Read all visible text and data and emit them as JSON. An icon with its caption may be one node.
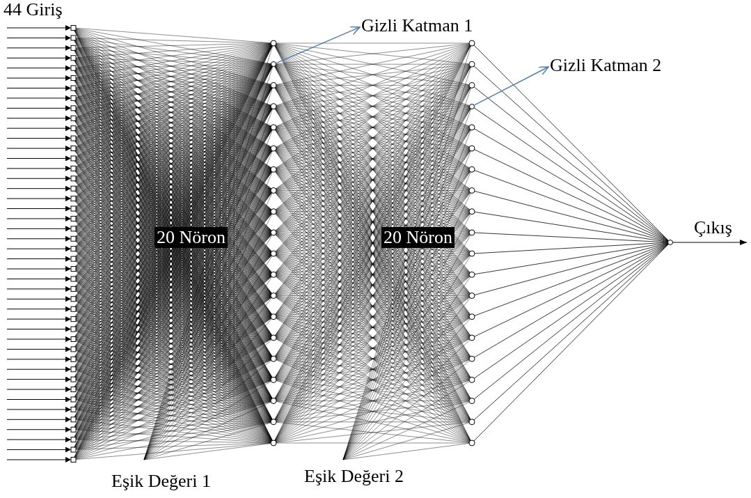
{
  "diagram": {
    "nodes": [
      {
        "text": [
          "44 Giriş"
        ]
      },
      {
        "text": [
          "Gizli Katman 1"
        ]
      },
      {
        "text": [
          "Gizli Katman 2"
        ]
      },
      {
        "text": [
          "Çıkış"
        ]
      },
      {
        "text": [
          "20 Nöron"
        ]
      },
      {
        "text": [
          "20 Nöron"
        ]
      },
      {
        "text": [
          "Eşik Değeri 1"
        ]
      },
      {
        "text": [
          "Eşik Değeri 2"
        ]
      },
      {
        "text": [],
        "shape": "circle"
      },
      {
        "text": [],
        "shape": "circle"
      },
      {
        "text": [],
        "shape": "circle"
      }
    ],
    "edges": [
      {
        "from": 8,
        "to": 1,
        "arrow": "to",
        "color": "#4a7ebb"
      },
      {
        "from": 9,
        "to": 2,
        "arrow": "to",
        "color": "#4a7ebb"
      },
      {
        "from": 10,
        "to": 3,
        "arrow": "to",
        "color": "#000000"
      }
    ]
  }
}
